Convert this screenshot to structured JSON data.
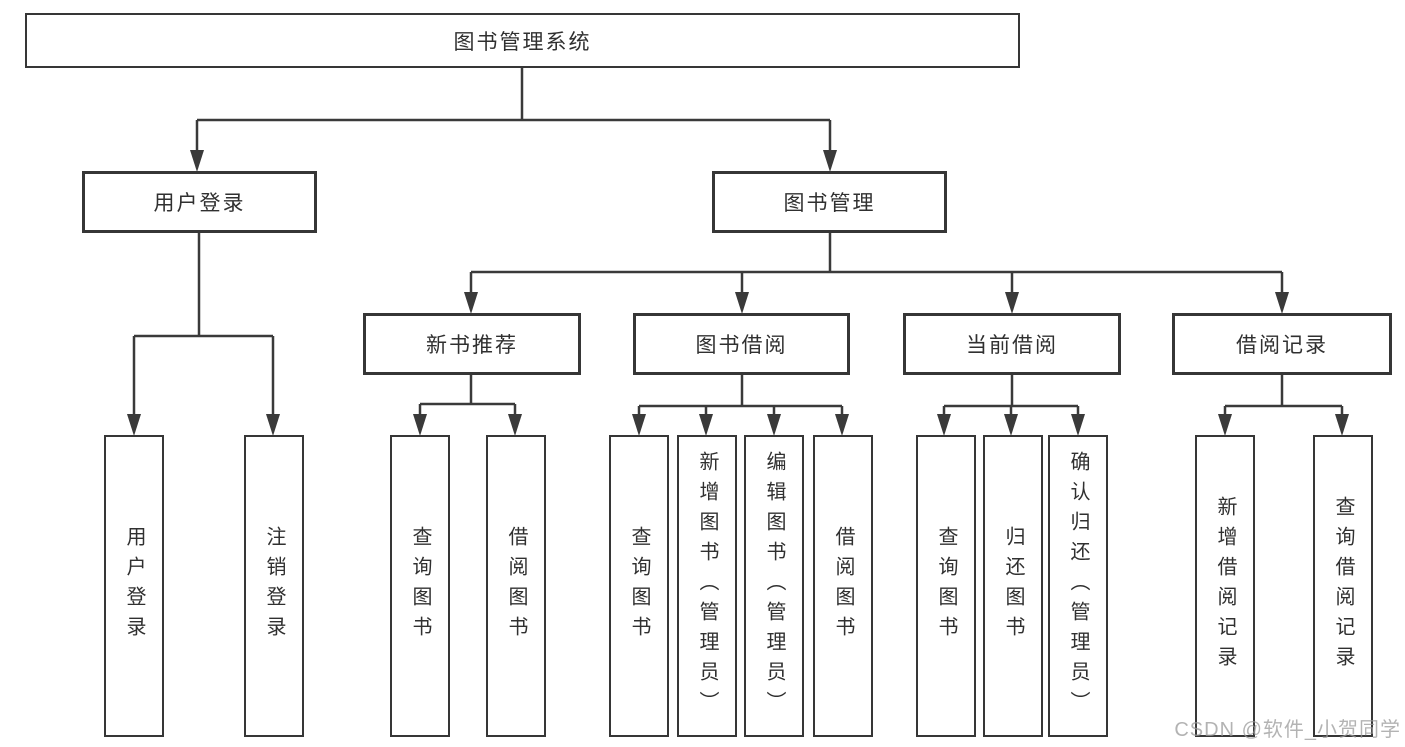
{
  "tree": {
    "label": "图书管理系统",
    "children": [
      {
        "label": "用户登录",
        "children": [
          {
            "label": "用户登录"
          },
          {
            "label": "注销登录"
          }
        ]
      },
      {
        "label": "图书管理",
        "children": [
          {
            "label": "新书推荐",
            "children": [
              {
                "label": "查询图书"
              },
              {
                "label": "借阅图书"
              }
            ]
          },
          {
            "label": "图书借阅",
            "children": [
              {
                "label": "查询图书"
              },
              {
                "label": "新增图书（管理员）"
              },
              {
                "label": "编辑图书（管理员）"
              },
              {
                "label": "借阅图书"
              }
            ]
          },
          {
            "label": "当前借阅",
            "children": [
              {
                "label": "查询图书"
              },
              {
                "label": "归还图书"
              },
              {
                "label": "确认归还（管理员）"
              }
            ]
          },
          {
            "label": "借阅记录",
            "children": [
              {
                "label": "新增借阅记录"
              },
              {
                "label": "查询借阅记录"
              }
            ]
          }
        ]
      }
    ]
  },
  "watermark": {
    "text": "CSDN @软件_小贺同学"
  },
  "colors": {
    "line": "#3a3a3a",
    "box_border": "#363636",
    "text": "#303030",
    "background": "#ffffff",
    "watermark": "#9a9a9a"
  }
}
